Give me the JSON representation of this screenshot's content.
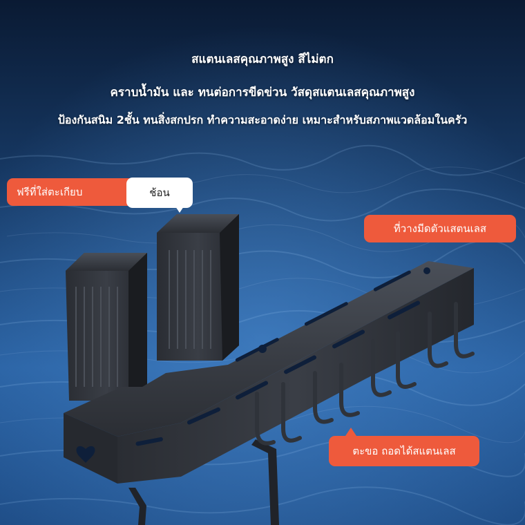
{
  "headline": {
    "line1": "สแตนเลสคุณภาพสูง สีไม่ตก",
    "line2": "คราบน้ำมัน และ ทนต่อการขีดข่วน วัสดุสแตนเลสคุณภาพสูง",
    "line3": "ป้องกันสนิม 2ชั้น ทนสิ่งสกปรก ทำความสะอาดง่าย เหมาะสำหรับสภาพแวดล้อมในครัว"
  },
  "callouts": {
    "free_holder": "ฟรีที่ใส่ตะเกียบ",
    "spoon": "ช้อน",
    "knife_rack": "ที่วางมีดตัวแสตนเลส",
    "hooks": "ตะขอ ถอดได้สแตนเลส"
  },
  "colors": {
    "accent_orange": "#ee5a3c",
    "rack_black": "#1b1d22",
    "water_deep": "#0a1a33",
    "water_mid": "#1f4e88"
  }
}
